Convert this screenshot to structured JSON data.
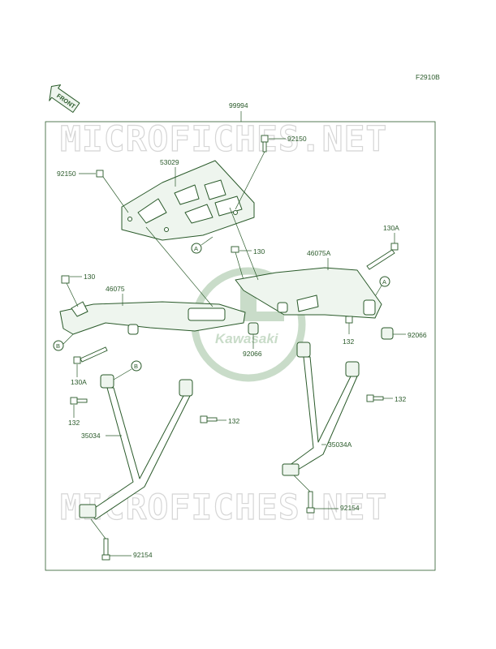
{
  "diagram_code": "F2910B",
  "front_arrow_label": "FRONT",
  "watermark": "MICROFICHES.NET",
  "logo_text": "Kawasaki",
  "part_numbers": {
    "assembly": "99994",
    "carrier_plate": "53029",
    "bolt_top_left": "92150",
    "bolt_top_right": "92150",
    "bolt_130_upper_right": "130",
    "bolt_130A_right": "130A",
    "bracket_right": "46075A",
    "bracket_left": "46075",
    "bolt_130_left": "130",
    "bolt_130A_left": "130A",
    "bolt_132_left": "132",
    "bolt_132_center": "132",
    "bolt_132_right_mid": "132",
    "bolt_132_right_low": "132",
    "damper_center": "92066",
    "damper_right": "92066",
    "stay_left": "35034",
    "stay_right": "35034A",
    "bolt_92154_left": "92154",
    "bolt_92154_right": "92154"
  },
  "ref_markers": {
    "a_top": "A",
    "a_right": "A",
    "b_left": "B",
    "b_center": "B"
  },
  "colors": {
    "line": "#2a5a2a",
    "watermark": "#d6d6d6",
    "logo": "#c9dcc9"
  }
}
